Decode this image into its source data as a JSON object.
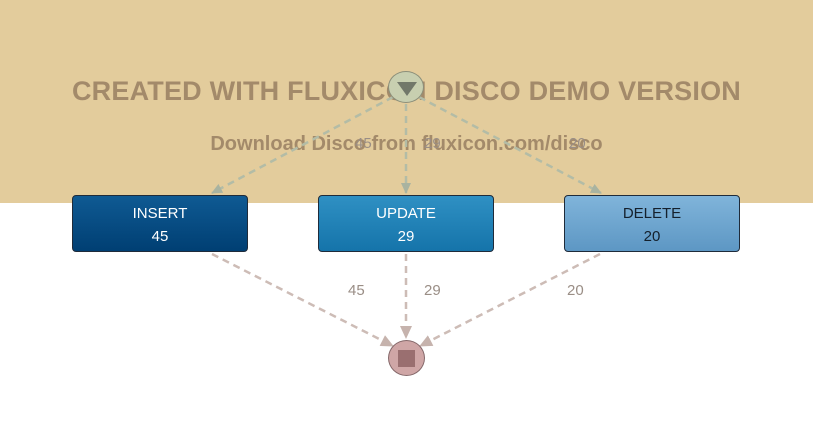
{
  "watermark": {
    "line1": "CREATED WITH FLUXICON DISCO DEMO VERSION",
    "line2": "Download Disco from fluxicon.com/disco"
  },
  "activities": [
    {
      "name": "INSERT",
      "count": "45"
    },
    {
      "name": "UPDATE",
      "count": "29"
    },
    {
      "name": "DELETE",
      "count": "20"
    }
  ],
  "edges_in": [
    "45",
    "29",
    "20"
  ],
  "edges_out": [
    "45",
    "29",
    "20"
  ],
  "nodes": {
    "start": "play-down-icon",
    "end": "stop-icon"
  },
  "colors": {
    "banner": "#e3cc9c",
    "watermark_text": "#a38a6a",
    "insert": "#004a80",
    "update": "#1e80b8",
    "delete": "#6fa6cf",
    "start_node": "#c8cfb0",
    "end_node": "#cfa6a6"
  }
}
